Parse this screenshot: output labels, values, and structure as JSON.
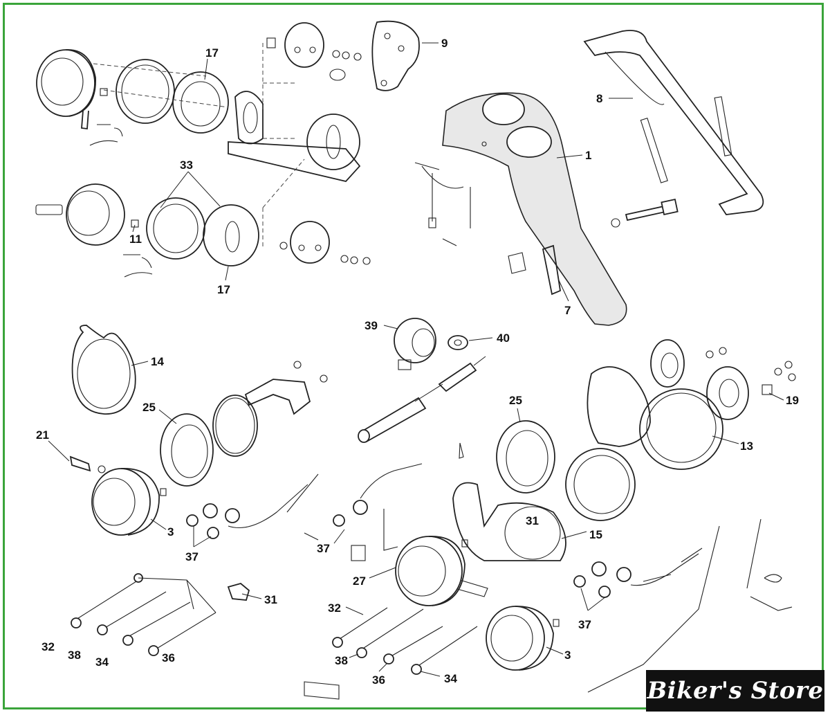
{
  "brand": {
    "name": "Biker's Store"
  },
  "callouts": {
    "c17a": "17",
    "c9": "9",
    "c8": "8",
    "c1": "1",
    "c33": "33",
    "c11": "11",
    "c17b": "17",
    "c7": "7",
    "c39": "39",
    "c40": "40",
    "c14": "14",
    "c25a": "25",
    "c21": "21",
    "c3a": "3",
    "c37a": "37",
    "c31a": "31",
    "c32a": "32",
    "c38a": "38",
    "c34a": "34",
    "c36a": "36",
    "c25b": "25",
    "c19": "19",
    "c13": "13",
    "c15": "15",
    "c31b": "31",
    "c37b": "37",
    "c27": "27",
    "c32b": "32",
    "c38b": "38",
    "c36b": "36",
    "c34b": "34",
    "c3b": "3",
    "c37c": "37"
  }
}
